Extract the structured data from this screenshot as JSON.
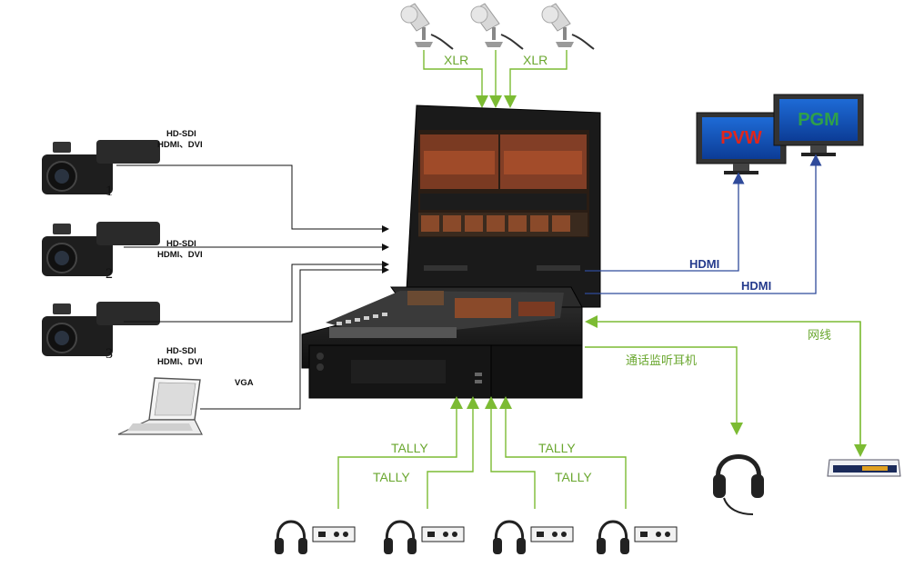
{
  "microphone_link_label": "XLR",
  "camera_signal_labels": {
    "line1": "HD-SDI",
    "line2": "HDMI、DVI"
  },
  "camera_numbers": [
    "1",
    "2",
    "3"
  ],
  "laptop_label": "VGA",
  "monitors": {
    "preview": "PVW",
    "program": "PGM"
  },
  "hdmi_label": "HDMI",
  "network_label": "网线",
  "intercom_headset_label": "通话监听耳机",
  "tally_label": "TALLY",
  "colors": {
    "green_line": "#7cbb33",
    "blue_line": "#2f4a9a",
    "black_line": "#111111",
    "pvw_text": "#e0261c",
    "pgm_text": "#2fa04a"
  }
}
